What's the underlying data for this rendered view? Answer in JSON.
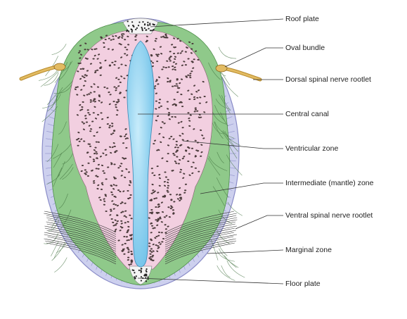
{
  "labels": {
    "roof_plate": "Roof plate",
    "oval_bundle": "Oval bundle",
    "dorsal_rootlet": "Dorsal spinal nerve rootlet",
    "central_canal": "Central canal",
    "ventricular_zone": "Ventricular zone",
    "intermediate_zone": "Intermediate (mantle) zone",
    "ventral_rootlet": "Ventral spinal nerve rootlet",
    "marginal_zone": "Marginal zone",
    "floor_plate": "Floor plate"
  },
  "colors": {
    "marginal_zone": "#cdd0ee",
    "marginal_outline": "#8a8cc8",
    "mantle_zone": "#8fc98a",
    "ventricular_zone": "#f2cfe0",
    "central_canal": "#8fd0ee",
    "cells": "#4a3a3a",
    "rootlet": "#d8a94a",
    "leader": "#333333"
  },
  "icons": [
    "nerve-rootlet-icon"
  ]
}
